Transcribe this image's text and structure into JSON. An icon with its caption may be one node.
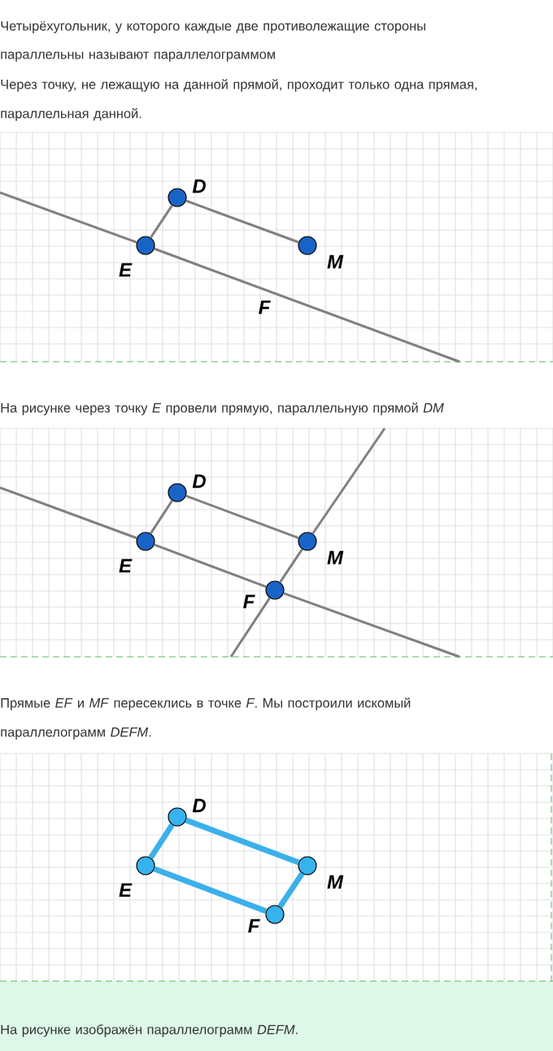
{
  "diagram": {
    "nodes": [
      {
        "text": [],
        "shape": "circle",
        "beside": [
          "D"
        ]
      },
      {
        "text": [],
        "shape": "circle",
        "beside": [
          "E"
        ]
      },
      {
        "text": [],
        "shape": "circle",
        "beside": [
          "M"
        ]
      },
      {
        "text": [],
        "shape": "circle",
        "beside": [
          "D"
        ]
      },
      {
        "text": [],
        "shape": "circle",
        "beside": [
          "E"
        ]
      },
      {
        "text": [],
        "shape": "circle",
        "beside": [
          "M"
        ]
      },
      {
        "text": [],
        "shape": "circle",
        "beside": [
          "F"
        ]
      },
      {
        "text": [],
        "shape": "circle",
        "beside": [
          "D"
        ]
      },
      {
        "text": [],
        "shape": "circle",
        "beside": [
          "E"
        ]
      },
      {
        "text": [],
        "shape": "circle",
        "beside": [
          "M"
        ]
      },
      {
        "text": [],
        "shape": "circle",
        "beside": [
          "F"
        ]
      }
    ],
    "edges": [
      {
        "from": 1,
        "to": 0,
        "arrow": "none"
      },
      {
        "from": 0,
        "to": 2,
        "arrow": "none"
      },
      {
        "from": null,
        "to": 1,
        "arrow": "none"
      },
      {
        "from": 1,
        "to": null,
        "arrow": "none"
      },
      {
        "from": 4,
        "to": 3,
        "arrow": "none"
      },
      {
        "from": 3,
        "to": 5,
        "arrow": "none"
      },
      {
        "from": null,
        "to": 4,
        "arrow": "none"
      },
      {
        "from": 4,
        "to": 6,
        "arrow": "none"
      },
      {
        "from": 6,
        "to": null,
        "arrow": "none"
      },
      {
        "from": null,
        "to": 6,
        "arrow": "none"
      },
      {
        "from": 6,
        "to": 5,
        "arrow": "none"
      },
      {
        "from": 5,
        "to": null,
        "arrow": "none"
      },
      {
        "from": 7,
        "to": 8,
        "arrow": "none",
        "style": "thick",
        "color": "#3bb0ea"
      },
      {
        "from": 7,
        "to": 9,
        "arrow": "none",
        "style": "thick",
        "color": "#3bb0ea"
      },
      {
        "from": 8,
        "to": 10,
        "arrow": "none",
        "style": "thick",
        "color": "#3bb0ea"
      },
      {
        "from": 10,
        "to": 9,
        "arrow": "none",
        "style": "thick",
        "color": "#3bb0ea"
      }
    ],
    "labels": [
      "Четырёхугольник, у которого каждые две противолежащие стороны параллельны называют параллелограммом",
      "Через точку, не лежащую на данной прямой, проходит только одна прямая, параллельная данной.",
      "F",
      "На рисунке через точку *E* провели прямую, параллельную прямой *DM*",
      "Прямые *EF* и *MF* пересеклись в точке *F*. Мы построили искомый параллелограмм *DEFM*.",
      "На рисунке изображён параллелограмм *DEFM*."
    ]
  }
}
